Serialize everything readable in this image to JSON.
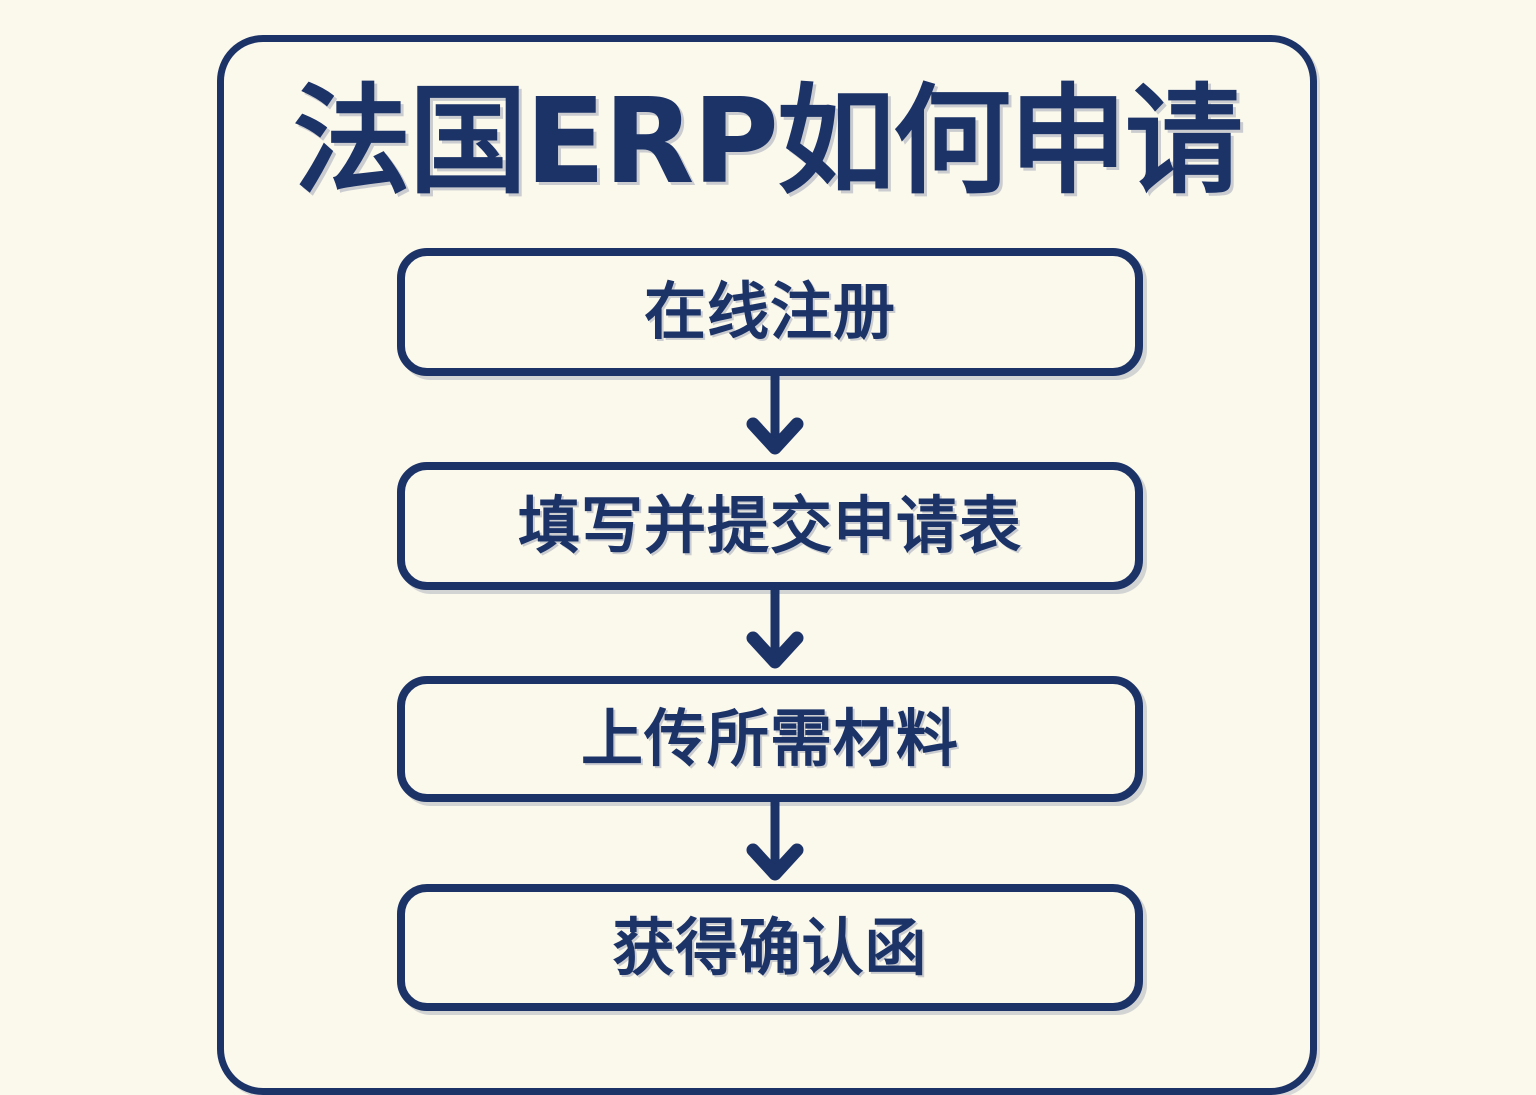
{
  "poster": {
    "title": "法国ERP如何申请",
    "background_color": "#FBF8EC",
    "accent_color": "#1C3368"
  },
  "flow": {
    "steps": [
      {
        "id": "step-1",
        "label": "在线注册"
      },
      {
        "id": "step-2",
        "label": "填写并提交申请表"
      },
      {
        "id": "step-3",
        "label": "上传所需材料"
      },
      {
        "id": "step-4",
        "label": "获得确认函"
      }
    ],
    "connectors": [
      {
        "id": "connector-1",
        "icon": "arrow-down-icon",
        "from": "step-1",
        "to": "step-2"
      },
      {
        "id": "connector-2",
        "icon": "arrow-down-icon",
        "from": "step-2",
        "to": "step-3"
      },
      {
        "id": "connector-3",
        "icon": "arrow-down-icon",
        "from": "step-3",
        "to": "step-4"
      }
    ]
  }
}
